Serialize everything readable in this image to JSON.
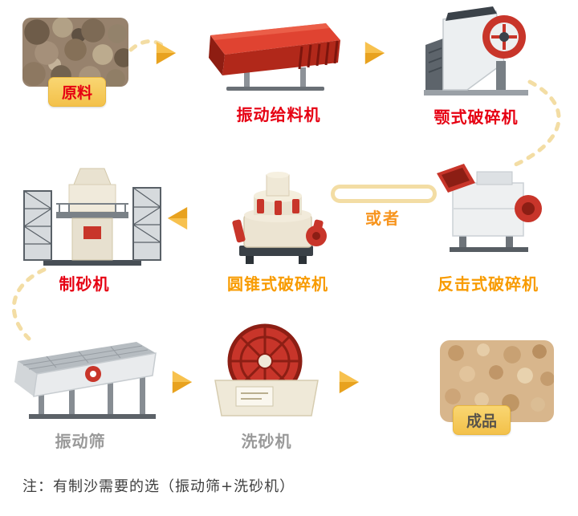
{
  "stages": {
    "raw_material": {
      "label": "原料",
      "label_color": "#e60012"
    },
    "vibrating_feeder": {
      "label": "振动给料机",
      "label_color": "#e60012"
    },
    "jaw_crusher": {
      "label": "颚式破碎机",
      "label_color": "#e60012"
    },
    "impact_crusher": {
      "label": "反击式破碎机",
      "label_color": "#f89b00"
    },
    "cone_crusher": {
      "label": "圆锥式破碎机",
      "label_color": "#f89b00"
    },
    "sand_maker": {
      "label": "制砂机",
      "label_color": "#e60012"
    },
    "vibrating_screen": {
      "label": "振动筛",
      "label_color": "#999999"
    },
    "sand_washer": {
      "label": "洗砂机",
      "label_color": "#999999"
    },
    "finished_product": {
      "label": "成品",
      "label_color": "#5a544b"
    }
  },
  "connector": {
    "or_label": "或者",
    "or_color": "#f7941d"
  },
  "note": {
    "text": "注：有制沙需要的选（振动筛+洗砂机）"
  },
  "colors": {
    "arrow_gold": "#f3b32f",
    "dashed_path": "#f3dda4",
    "tag_background": "#f6c95c",
    "label_red": "#e60012",
    "label_orange": "#f89b00",
    "label_gray": "#999999",
    "background": "#ffffff"
  }
}
